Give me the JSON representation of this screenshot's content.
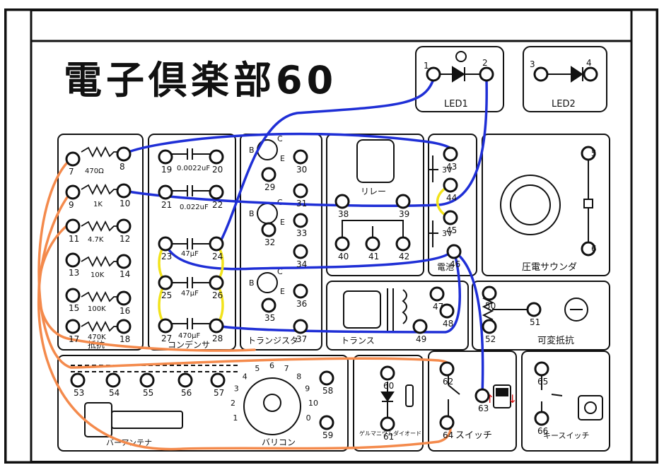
{
  "title": "電子倶楽部60",
  "modules": {
    "led1": "LED1",
    "led2": "LED2",
    "resistors": "抵抗",
    "capacitors": "コンデンサ",
    "transistors": "トランジスタ",
    "relay": "リレー",
    "battery": "電池",
    "sounder": "圧電サウンダ",
    "transformer": "トランス",
    "varres": "可変抵抗",
    "antenna": "バーアンテナ",
    "varicon": "バリコン",
    "diode": "ゲルマニウムダイオード",
    "switch": "スイッチ",
    "keyswitch": "キースイッチ"
  },
  "values": {
    "r1": "470Ω",
    "r2": "1K",
    "r3": "4.7K",
    "r4": "10K",
    "r5": "100K",
    "r6": "470K",
    "c1": "0.0022uF",
    "c2": "0.022uF",
    "c3": "47μF",
    "c4": "47μF",
    "c5": "470μF",
    "bat1": "3V",
    "bat2": "3V"
  },
  "switch_arrows": {
    "up": "↑",
    "down": "↓"
  },
  "dial_numbers": [
    "1",
    "2",
    "3",
    "4",
    "5",
    "6",
    "7",
    "8",
    "9",
    "10",
    "0"
  ],
  "terminals": [
    "1",
    "2",
    "3",
    "4",
    "5",
    "6",
    "7",
    "8",
    "9",
    "10",
    "11",
    "12",
    "13",
    "14",
    "15",
    "16",
    "17",
    "18",
    "19",
    "20",
    "21",
    "22",
    "23",
    "24",
    "25",
    "26",
    "27",
    "28",
    "29",
    "30",
    "31",
    "32",
    "33",
    "34",
    "35",
    "36",
    "37",
    "38",
    "39",
    "40",
    "41",
    "42",
    "43",
    "44",
    "45",
    "46",
    "47",
    "48",
    "49",
    "50",
    "51",
    "52",
    "53",
    "54",
    "55",
    "56",
    "57",
    "58",
    "59",
    "60",
    "61",
    "62",
    "63",
    "64",
    "65",
    "66"
  ],
  "wire_colors": {
    "blue": "#1f2fd6",
    "yellow": "#f2e31b",
    "orange": "#f48a4c"
  }
}
